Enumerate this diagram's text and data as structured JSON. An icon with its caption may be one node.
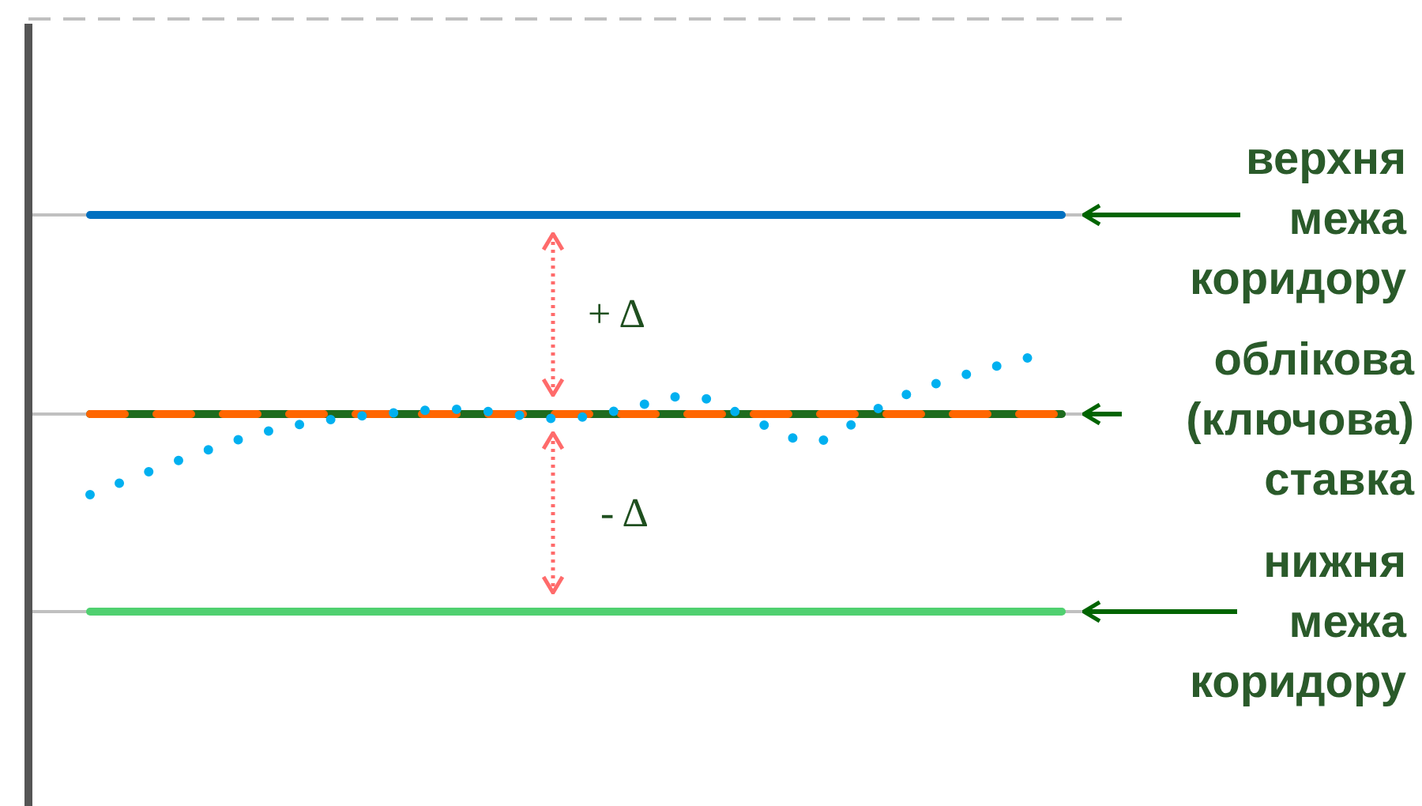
{
  "diagram": {
    "nodes": [
      {
        "text": [
          "верхня межа коридору"
        ]
      },
      {
        "text": [
          "облікова (ключова) ставка"
        ]
      },
      {
        "text": [
          "нижня межа коридору"
        ]
      },
      {
        "text": [],
        "shape": "line"
      },
      {
        "text": [],
        "shape": "line"
      },
      {
        "text": [],
        "shape": "line"
      }
    ],
    "edges": [
      {
        "from": 0,
        "to": 3,
        "arrow": "to"
      },
      {
        "from": 1,
        "to": 4,
        "arrow": "to"
      },
      {
        "from": 2,
        "to": 5,
        "arrow": "to"
      },
      {
        "from": 3,
        "to": 4,
        "arrow": "both",
        "label": "+ Δ",
        "style": "dashed",
        "color": "#ff6b6b"
      },
      {
        "from": 4,
        "to": 5,
        "arrow": "both",
        "label": "- Δ",
        "style": "dashed",
        "color": "#ff6b6b"
      }
    ]
  }
}
